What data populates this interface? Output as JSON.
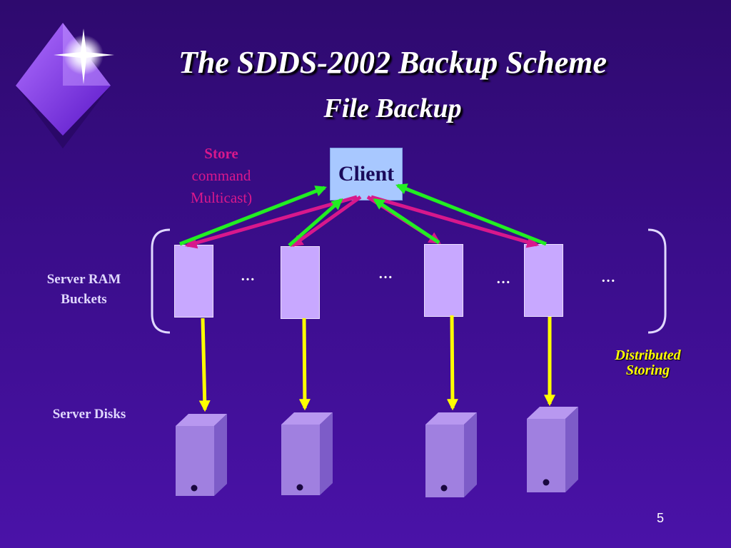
{
  "slide": {
    "title": "The SDDS-2002 Backup Scheme",
    "subtitle": "File Backup",
    "page_number": "5"
  },
  "diagram": {
    "client_label": "Client",
    "store_command": {
      "line1": "Store",
      "line2": "command",
      "line3": "Multicast)"
    },
    "ram_label": {
      "line1": "Server RAM",
      "line2": "Buckets"
    },
    "disks_label": "Server Disks",
    "distributed_label": {
      "line1": "Distributed",
      "line2": "Storing"
    },
    "ellipses": [
      "…",
      "…",
      "…",
      "…"
    ]
  },
  "colors": {
    "background": "#3a0d8a",
    "client_box": "#a8c8ff",
    "bucket": "#c8a8ff",
    "disk": "#9f80e0",
    "store_arrow": "#d8188c",
    "reply_arrow": "#22ee22",
    "backup_arrow": "#ffff00",
    "store_label": "#d8188c",
    "distributed_label": "#ffff00"
  },
  "icons": {
    "logo": "diamond-star-logo",
    "disk": "server-disk-icon"
  }
}
